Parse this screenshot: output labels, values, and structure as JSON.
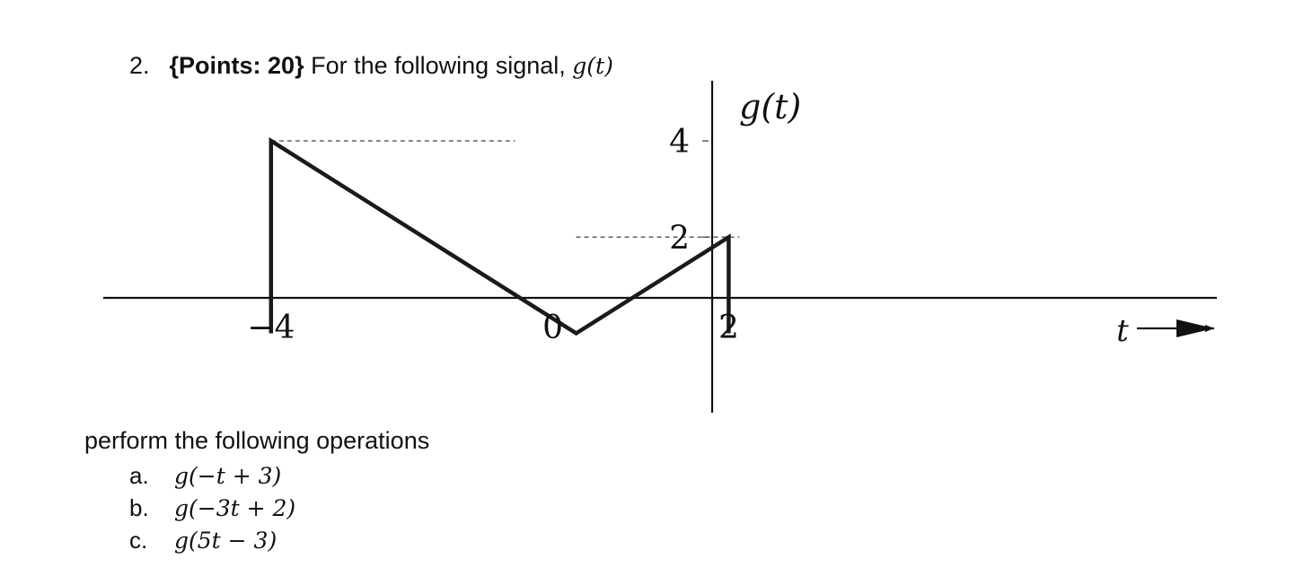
{
  "question": {
    "number": "2.",
    "points": "{Points: 20}",
    "text": "For the following signal,",
    "signal": "g(t)"
  },
  "chart_data": {
    "type": "line",
    "xlabel": "t",
    "ylabel": "g(t)",
    "x": [
      -4,
      -4,
      0,
      2,
      2
    ],
    "y": [
      0,
      4,
      0,
      2,
      0
    ],
    "xticks": [
      "−4",
      "0",
      "2"
    ],
    "yticks": [
      "4",
      "2"
    ],
    "xlim": [
      -6.2,
      8.4
    ],
    "ylim": [
      -1.65,
      5.25
    ],
    "guides": [
      {
        "from_x": -4,
        "to_x": 0,
        "y": 4
      },
      {
        "from_x": 0,
        "to_x": 2,
        "y": 2
      }
    ]
  },
  "instructions": "perform the following operations",
  "operations": [
    {
      "letter": "a.",
      "expr": "g(−t + 3)"
    },
    {
      "letter": "b.",
      "expr": "g(−3t + 2)"
    },
    {
      "letter": "c.",
      "expr": "g(5t − 3)"
    }
  ]
}
